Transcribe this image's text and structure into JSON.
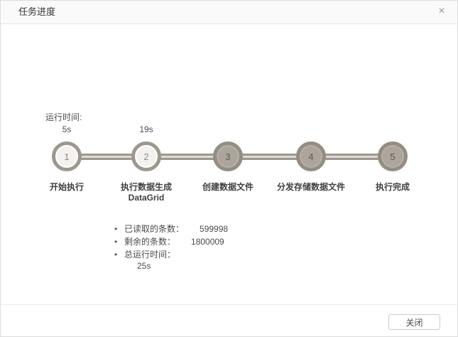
{
  "dialog": {
    "title": "任务进度",
    "close_icon": "×"
  },
  "stepper": {
    "runtime_label": "运行时间:",
    "steps": [
      {
        "number": "1",
        "label": "开始执行",
        "time": "5s",
        "state": "done"
      },
      {
        "number": "2",
        "label": "执行数据生成",
        "label_line2": "DataGrid",
        "time": "19s",
        "state": "done"
      },
      {
        "number": "3",
        "label": "创建数据文件",
        "state": "pending"
      },
      {
        "number": "4",
        "label": "分发存储数据文件",
        "state": "pending"
      },
      {
        "number": "5",
        "label": "执行完成",
        "state": "pending"
      }
    ]
  },
  "stats": {
    "bullet": "•",
    "items": [
      {
        "label": "已读取的条数：",
        "value": "599998"
      },
      {
        "label": "剩余的条数：",
        "value": "1800009"
      },
      {
        "label": "总运行时间：",
        "value": "25s"
      }
    ]
  },
  "footer": {
    "close_button_label": "关闭"
  },
  "colors": {
    "ring_done": "#9e978e",
    "fill_done": "#f3f2f0",
    "ring_pending": "#948d84",
    "fill_pending": "#aba59d",
    "connector": "#9e978e",
    "header_bg": "#fafafa"
  }
}
